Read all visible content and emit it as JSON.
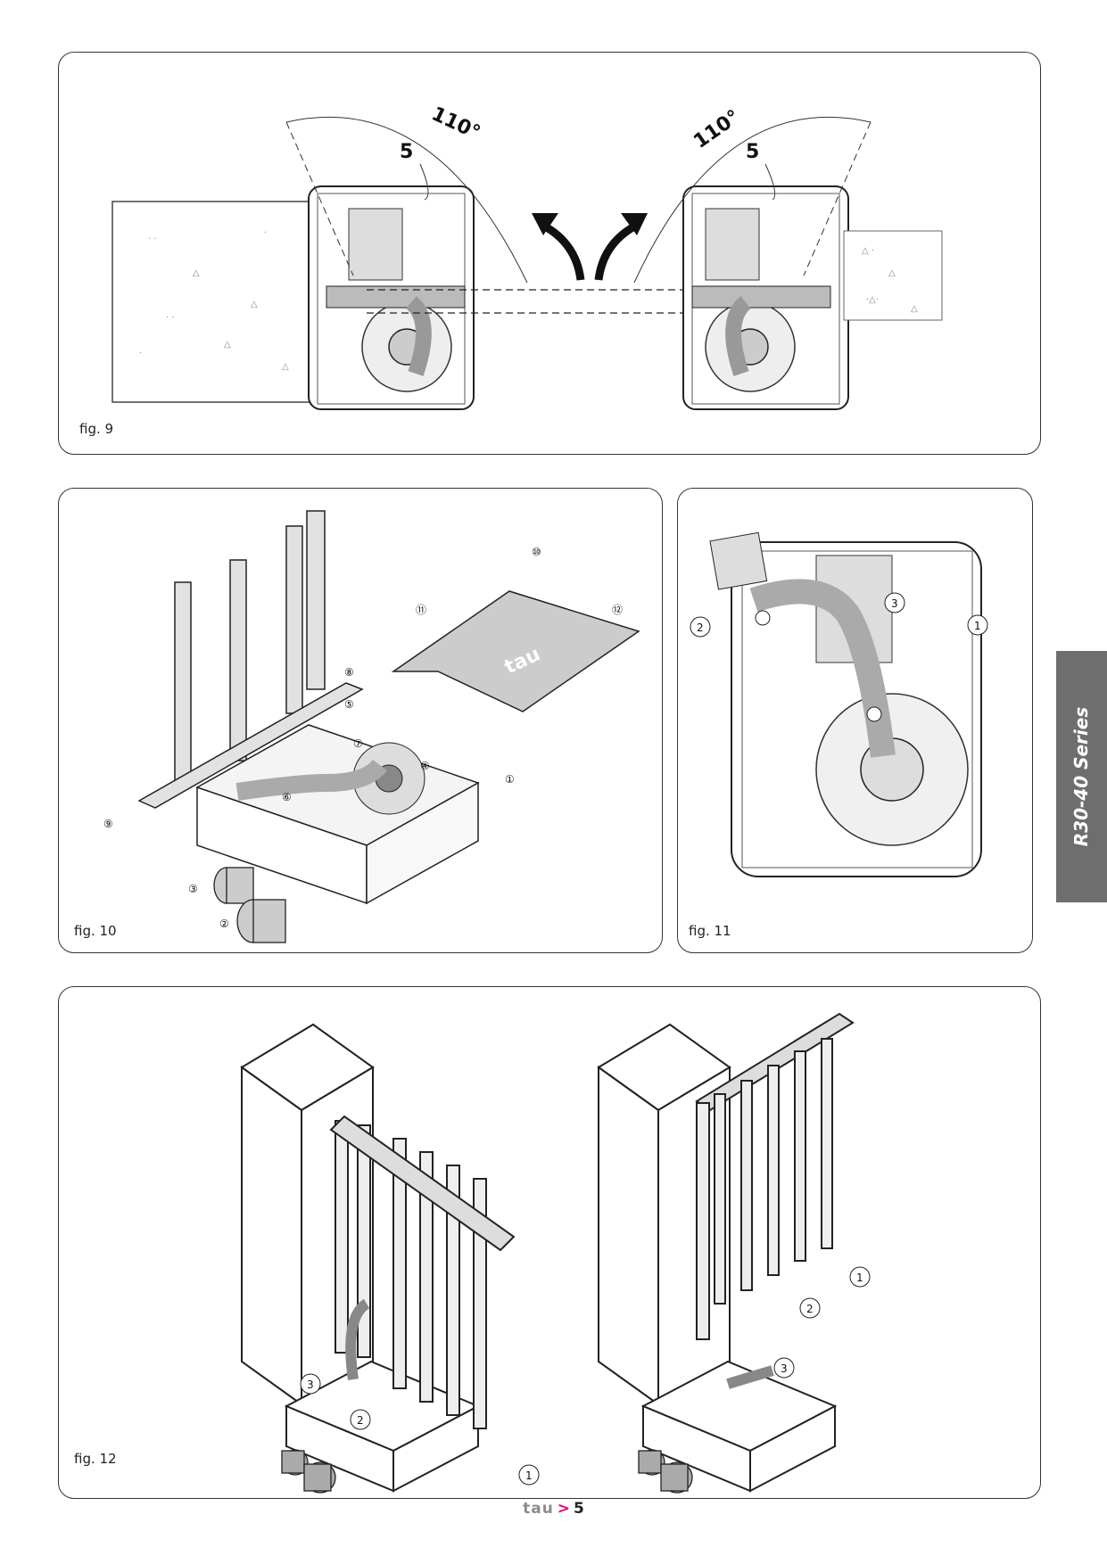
{
  "side_tab": {
    "text": "R30-40 Series"
  },
  "footer": {
    "brand": "tau",
    "arrow": ">",
    "page": "5"
  },
  "fig9": {
    "label": "fig. 9",
    "angle_left": "110°",
    "angle_right": "110°",
    "callout_left": "5",
    "callout_right": "5"
  },
  "fig10": {
    "label": "fig. 10",
    "lid_logo": "tau",
    "callouts": [
      "①",
      "②",
      "③",
      "④",
      "⑤",
      "⑥",
      "⑦",
      "⑧",
      "⑨",
      "⑩",
      "⑪",
      "⑫"
    ]
  },
  "fig11": {
    "label": "fig. 11",
    "callouts": [
      "1",
      "2",
      "3"
    ]
  },
  "fig12": {
    "label": "fig. 12",
    "left_callouts": [
      "1",
      "2",
      "3"
    ],
    "right_callouts": [
      "1",
      "2",
      "3"
    ]
  }
}
